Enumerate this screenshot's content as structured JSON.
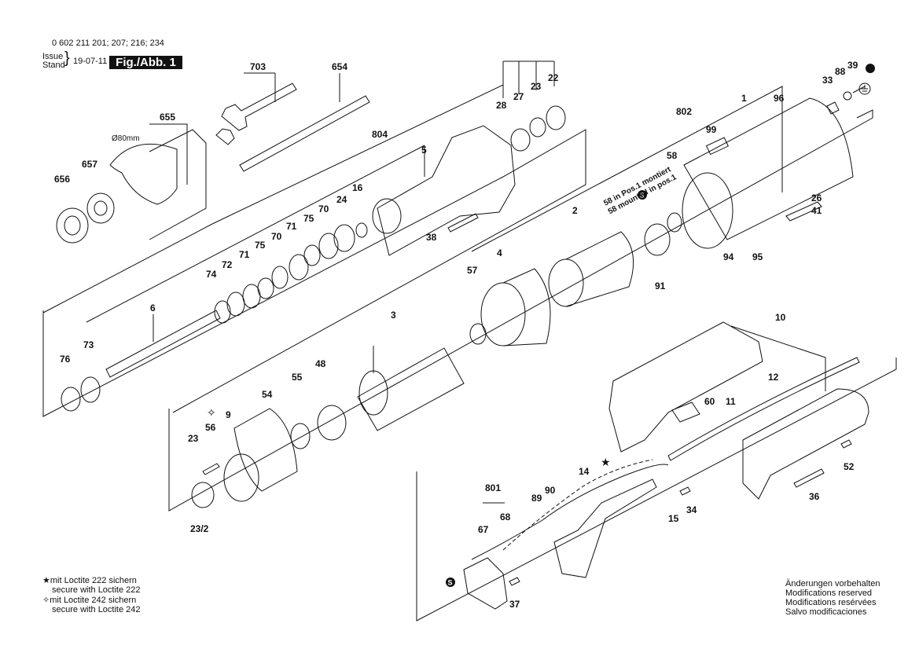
{
  "header": {
    "part_numbers": "0 602 211 201; 207; 216; 234",
    "issue_label": "Issue",
    "stand_label": "Stand",
    "date": "19-07-11",
    "figure": "Fig./Abb. 1"
  },
  "labels": {
    "l703": "703",
    "l654": "654",
    "l655": "655",
    "l80mm": "Ø80mm",
    "l657": "657",
    "l656": "656",
    "l804": "804",
    "l5": "5",
    "l28": "28",
    "l27": "27",
    "l23a": "23",
    "l22": "22",
    "l16": "16",
    "l24": "24",
    "l70a": "70",
    "l75a": "75",
    "l71a": "71",
    "l70b": "70",
    "l75b": "75",
    "l71b": "71",
    "l72": "72",
    "l74": "74",
    "l6": "6",
    "l73": "73",
    "l76": "76",
    "l38": "38",
    "l2": "2",
    "l4": "4",
    "l57": "57",
    "l91": "91",
    "l3": "3",
    "l802": "802",
    "l1": "1",
    "l96": "96",
    "l99": "99",
    "l58": "58",
    "l26": "26",
    "l41": "41",
    "l94": "94",
    "l95": "95",
    "l33": "33",
    "l88": "88",
    "l39": "39",
    "l10": "10",
    "l12": "12",
    "l11": "11",
    "l60": "60",
    "l52": "52",
    "l36": "36",
    "l14": "14",
    "l15": "15",
    "l34": "34",
    "l801": "801",
    "l89": "89",
    "l90": "90",
    "l67": "67",
    "l68": "68",
    "l37": "37",
    "l54": "54",
    "l55": "55",
    "l48": "48",
    "l9": "9",
    "l56": "56",
    "l23b": "23",
    "l23_2": "23/2",
    "pos1_de": "58 in Pos.1 montiert",
    "pos1_en": "58 mounted in pos.1",
    "s": "S"
  },
  "legend": {
    "loctite222_de": "mit Loctite 222 sichern",
    "loctite222_en": "secure with Loctite 222",
    "loctite242_de": "mit Loctite 242 sichern",
    "loctite242_en": "secure with Loctite 242"
  },
  "notes": [
    "Änderungen vorbehalten",
    "Modifications reserved",
    "Modifications resérvées",
    "Salvo modificaciones"
  ]
}
